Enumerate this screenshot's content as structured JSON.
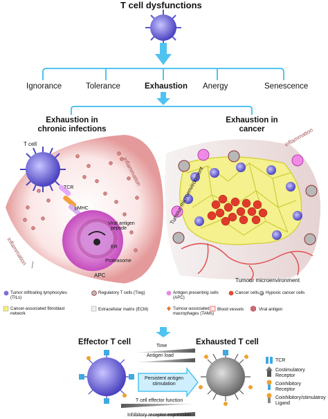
{
  "title": "T cell dysfunctions",
  "categories": [
    "Ignorance",
    "Tolerance",
    "Exhaustion",
    "Anergy",
    "Senescence"
  ],
  "panels": {
    "left_title_line1": "Exhaustion in",
    "left_title_line2": "chronic infections",
    "right_title_line1": "Exhaustion in",
    "right_title_line2": "cancer"
  },
  "left_labels": {
    "t_cell": "T cell",
    "tcr": "TCR",
    "pmhc": "pMHC",
    "viral_antigen_peptide_1": "Viral antigen",
    "viral_antigen_peptide_2": "peptide",
    "er": "ER",
    "proteasome": "Proteasome",
    "apc": "APC",
    "inflammation_top": "inflammation",
    "inflammation_bottom": "inflammation"
  },
  "right_labels": {
    "tme_left": "Tumour microenvironment",
    "tme_bottom": "Tumour microenvironment",
    "inflammation": "inflammation"
  },
  "legend": [
    {
      "label_1": "Tumor infiltrating lymphocytes",
      "label_2": "(TILs)",
      "color": "#7b6fd6",
      "icon": "til-icon"
    },
    {
      "label_1": "Regulatory T cells (Treg)",
      "label_2": "",
      "color": "#b05050",
      "icon": "treg-icon"
    },
    {
      "label_1": "Antigen presenting cells",
      "label_2": "(APC)",
      "color": "#e58ae0",
      "icon": "apc-icon"
    },
    {
      "label_1": "Cancer cells",
      "label_2": "",
      "color": "#e24a3a",
      "icon": "cancer-cell-icon"
    },
    {
      "label_1": "Hypoxic cancer cells",
      "label_2": "",
      "color": "#8a8a8a",
      "icon": "hypoxic-cell-icon"
    },
    {
      "label_1": "Cancer-associated fibroblast",
      "label_2": "network",
      "color": "#e8e84a",
      "icon": "fibroblast-icon"
    },
    {
      "label_1": "Extracellular matrix (ECM)",
      "label_2": "",
      "color": "#bbbbbb",
      "icon": "ecm-icon"
    },
    {
      "label_1": "Tumour-associated",
      "label_2": "macrophages (TAMs)",
      "color": "#e07a30",
      "icon": "tam-icon"
    },
    {
      "label_1": "Blood vessels",
      "label_2": "",
      "color": "#e05050",
      "icon": "blood-vessel-icon"
    },
    {
      "label_1": "Viral antigen",
      "label_2": "",
      "color": "#c05060",
      "icon": "viral-antigen-icon"
    }
  ],
  "bottom": {
    "effector": "Effector T cell",
    "exhausted": "Exhausted T cell",
    "time": "Time",
    "antigen_load": "Antigen load",
    "persistent_1": "Persistent antigen",
    "persistent_2": "stimulation",
    "effector_function": "T cell effector function",
    "inhibitory": "Inhibitory receptor expression"
  },
  "receptor_legend": {
    "tcr": "TCR",
    "costim_1": "Costimulatory",
    "costim_2": "Receptor",
    "coinhib_1": "Coinhibitory",
    "coinhib_2": "Receptor",
    "ligand_1": "Coinhibitory/stimulatroy",
    "ligand_2": "Ligand"
  },
  "colors": {
    "arrow": "#4fc3f0",
    "tcell": "#6c63d8",
    "inflammation": "#e8a0a0",
    "apc": "#e070d8",
    "tumour": "#f0ee90"
  }
}
